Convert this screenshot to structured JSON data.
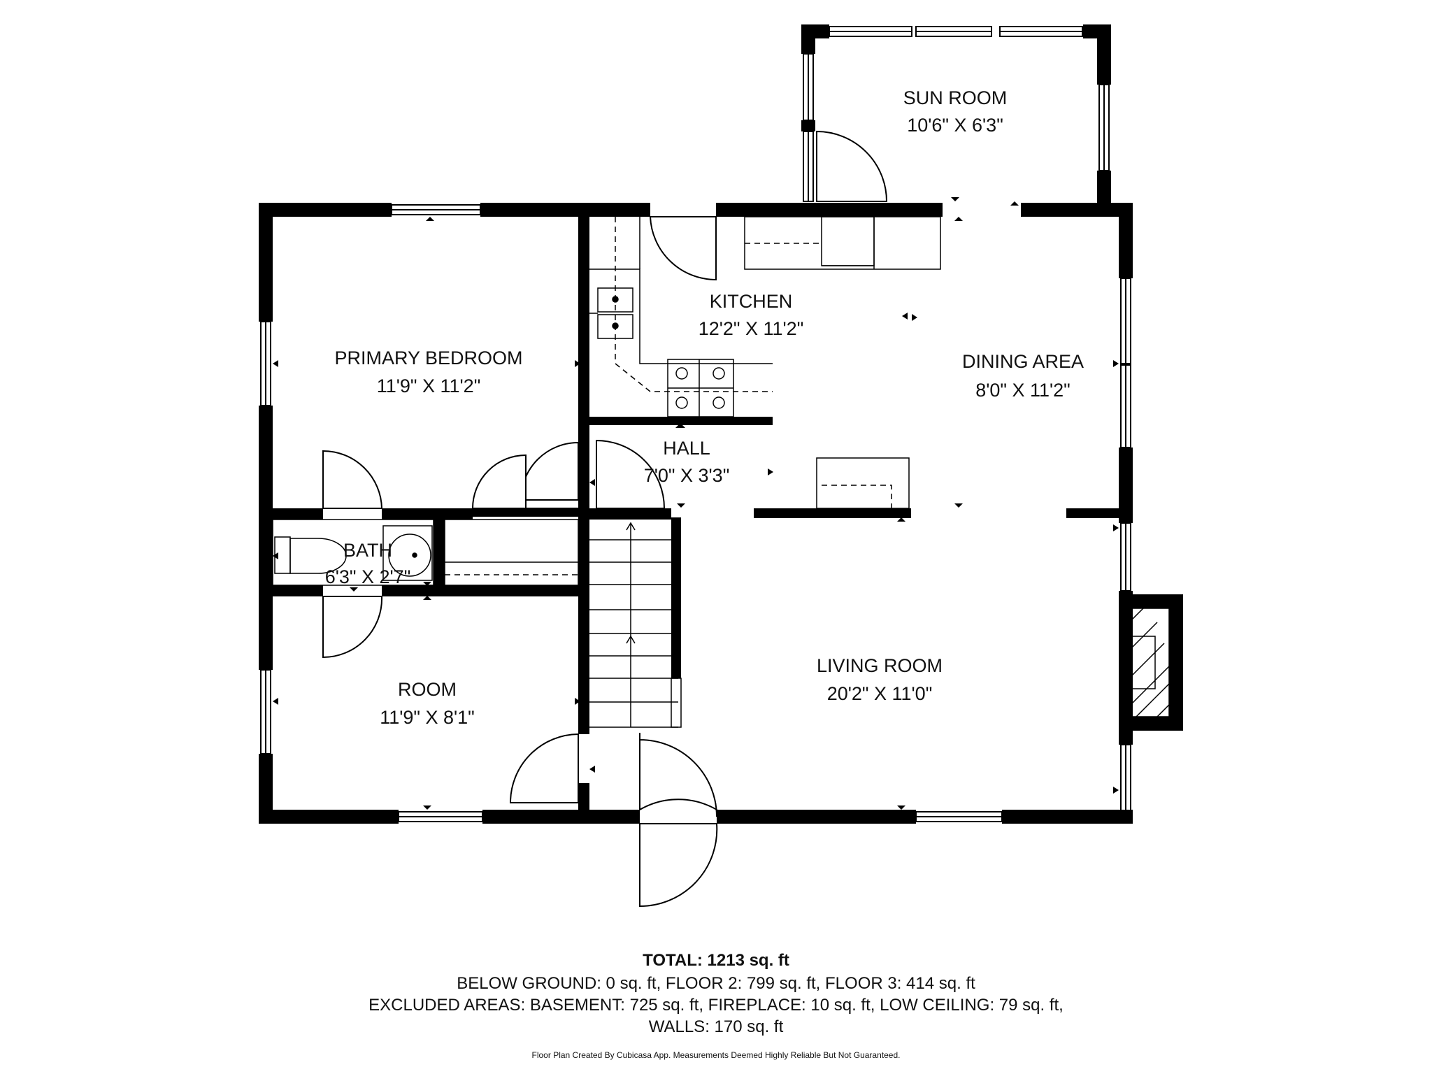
{
  "rooms": {
    "sun_room": {
      "name": "SUN ROOM",
      "dims": "10'6\" X 6'3\""
    },
    "kitchen": {
      "name": "KITCHEN",
      "dims": "12'2\" X 11'2\""
    },
    "primary_bedroom": {
      "name": "PRIMARY BEDROOM",
      "dims": "11'9\" X 11'2\""
    },
    "dining_area": {
      "name": "DINING AREA",
      "dims": "8'0\" X 11'2\""
    },
    "hall": {
      "name": "HALL",
      "dims": "7'0\" X 3'3\""
    },
    "bath": {
      "name": "BATH",
      "dims": "6'3\" X 2'7\""
    },
    "room": {
      "name": "ROOM",
      "dims": "11'9\" X 8'1\""
    },
    "living_room": {
      "name": "LIVING ROOM",
      "dims": "20'2\" X 11'0\""
    }
  },
  "footer": {
    "total": "TOTAL: 1213 sq. ft",
    "line1": "BELOW GROUND: 0 sq. ft, FLOOR 2: 799 sq. ft, FLOOR 3: 414 sq. ft",
    "line2": "EXCLUDED AREAS: BASEMENT: 725 sq. ft, FIREPLACE: 10 sq. ft, LOW CEILING: 79 sq. ft,",
    "line3": "WALLS: 170 sq. ft",
    "note": "Floor Plan Created By Cubicasa App. Measurements Deemed Highly Reliable But Not Guaranteed."
  },
  "colors": {
    "wall": "#000000",
    "background": "#ffffff",
    "fixture": "#333333"
  }
}
